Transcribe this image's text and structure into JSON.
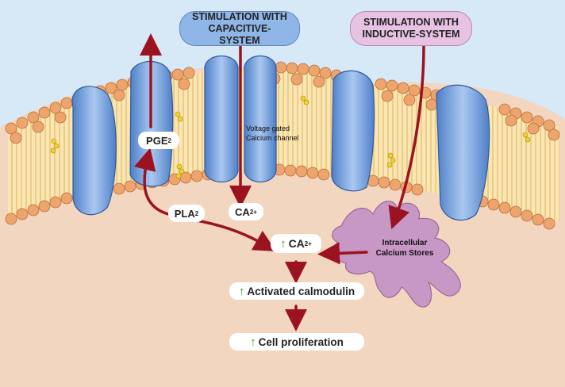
{
  "stimulation": {
    "capacitive": {
      "line1": "STIMULATION WITH",
      "line2": "CAPACITIVE-SYSTEM"
    },
    "inductive": {
      "line1": "STIMULATION WITH",
      "line2": "INDUCTIVE-SYSTEM"
    }
  },
  "labels": {
    "pge": "PGE",
    "pge_sub": "2",
    "pla": "PLA",
    "pla_sub": "2",
    "ca": "CA",
    "ca_sup": "2+",
    "ca_up": "CA",
    "ca_up_sup": "2+",
    "vg_line1": "Voltage gated",
    "vg_line2": "Calcium channel",
    "stores_line1": "Intracellular",
    "stores_line2": "Calcium Stores"
  },
  "steps": {
    "calmodulin": "Activated calmodulin",
    "proliferation": "Cell proliferation"
  },
  "colors": {
    "arrow": "#9b1221",
    "channel": "#6f9ede",
    "lipid": "#eea46d",
    "store": "#c797c5",
    "up_arrow": "#3a9a2a"
  }
}
